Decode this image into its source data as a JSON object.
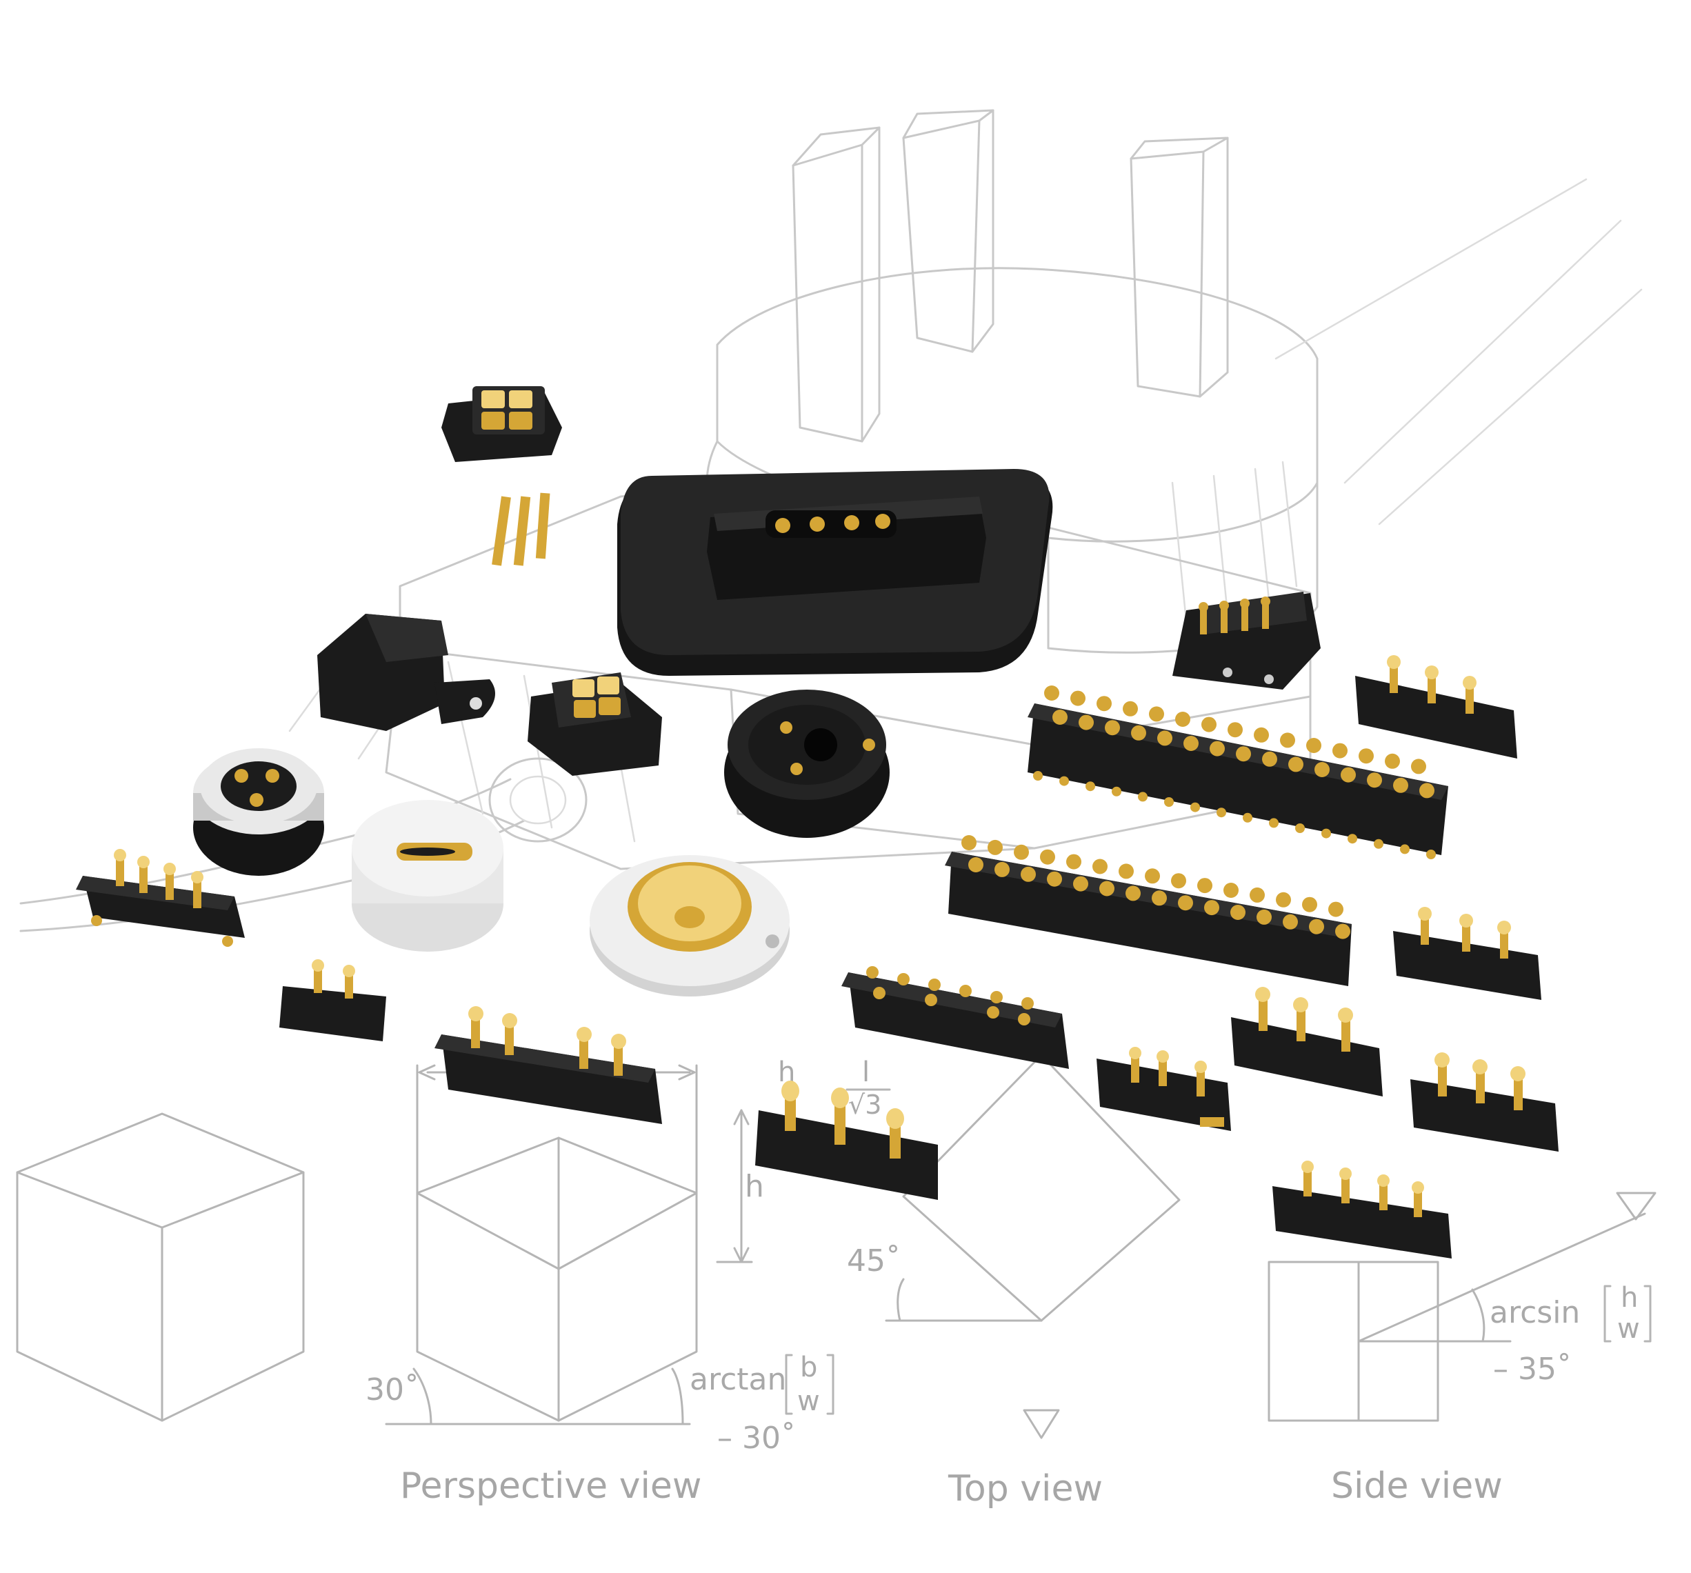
{
  "labels": {
    "perspective_angle_left": "30˚",
    "perspective_formula_prefix": "arctan",
    "perspective_formula_num": "b",
    "perspective_formula_den": "w",
    "perspective_formula_result": "– 30˚",
    "perspective_dim_h": "h",
    "formula_top_h": "h",
    "formula_top_l": "l",
    "formula_top_den": "√3",
    "top_angle": "45˚",
    "side_formula_prefix": "arcsin",
    "side_formula_num": "h",
    "side_formula_den": "w",
    "side_formula_result": "– 35˚"
  },
  "captions": {
    "perspective": "Perspective view",
    "top": "Top view",
    "side": "Side view"
  },
  "icons": {
    "top_marker": "triangle-down-icon",
    "side_marker": "triangle-down-icon"
  }
}
